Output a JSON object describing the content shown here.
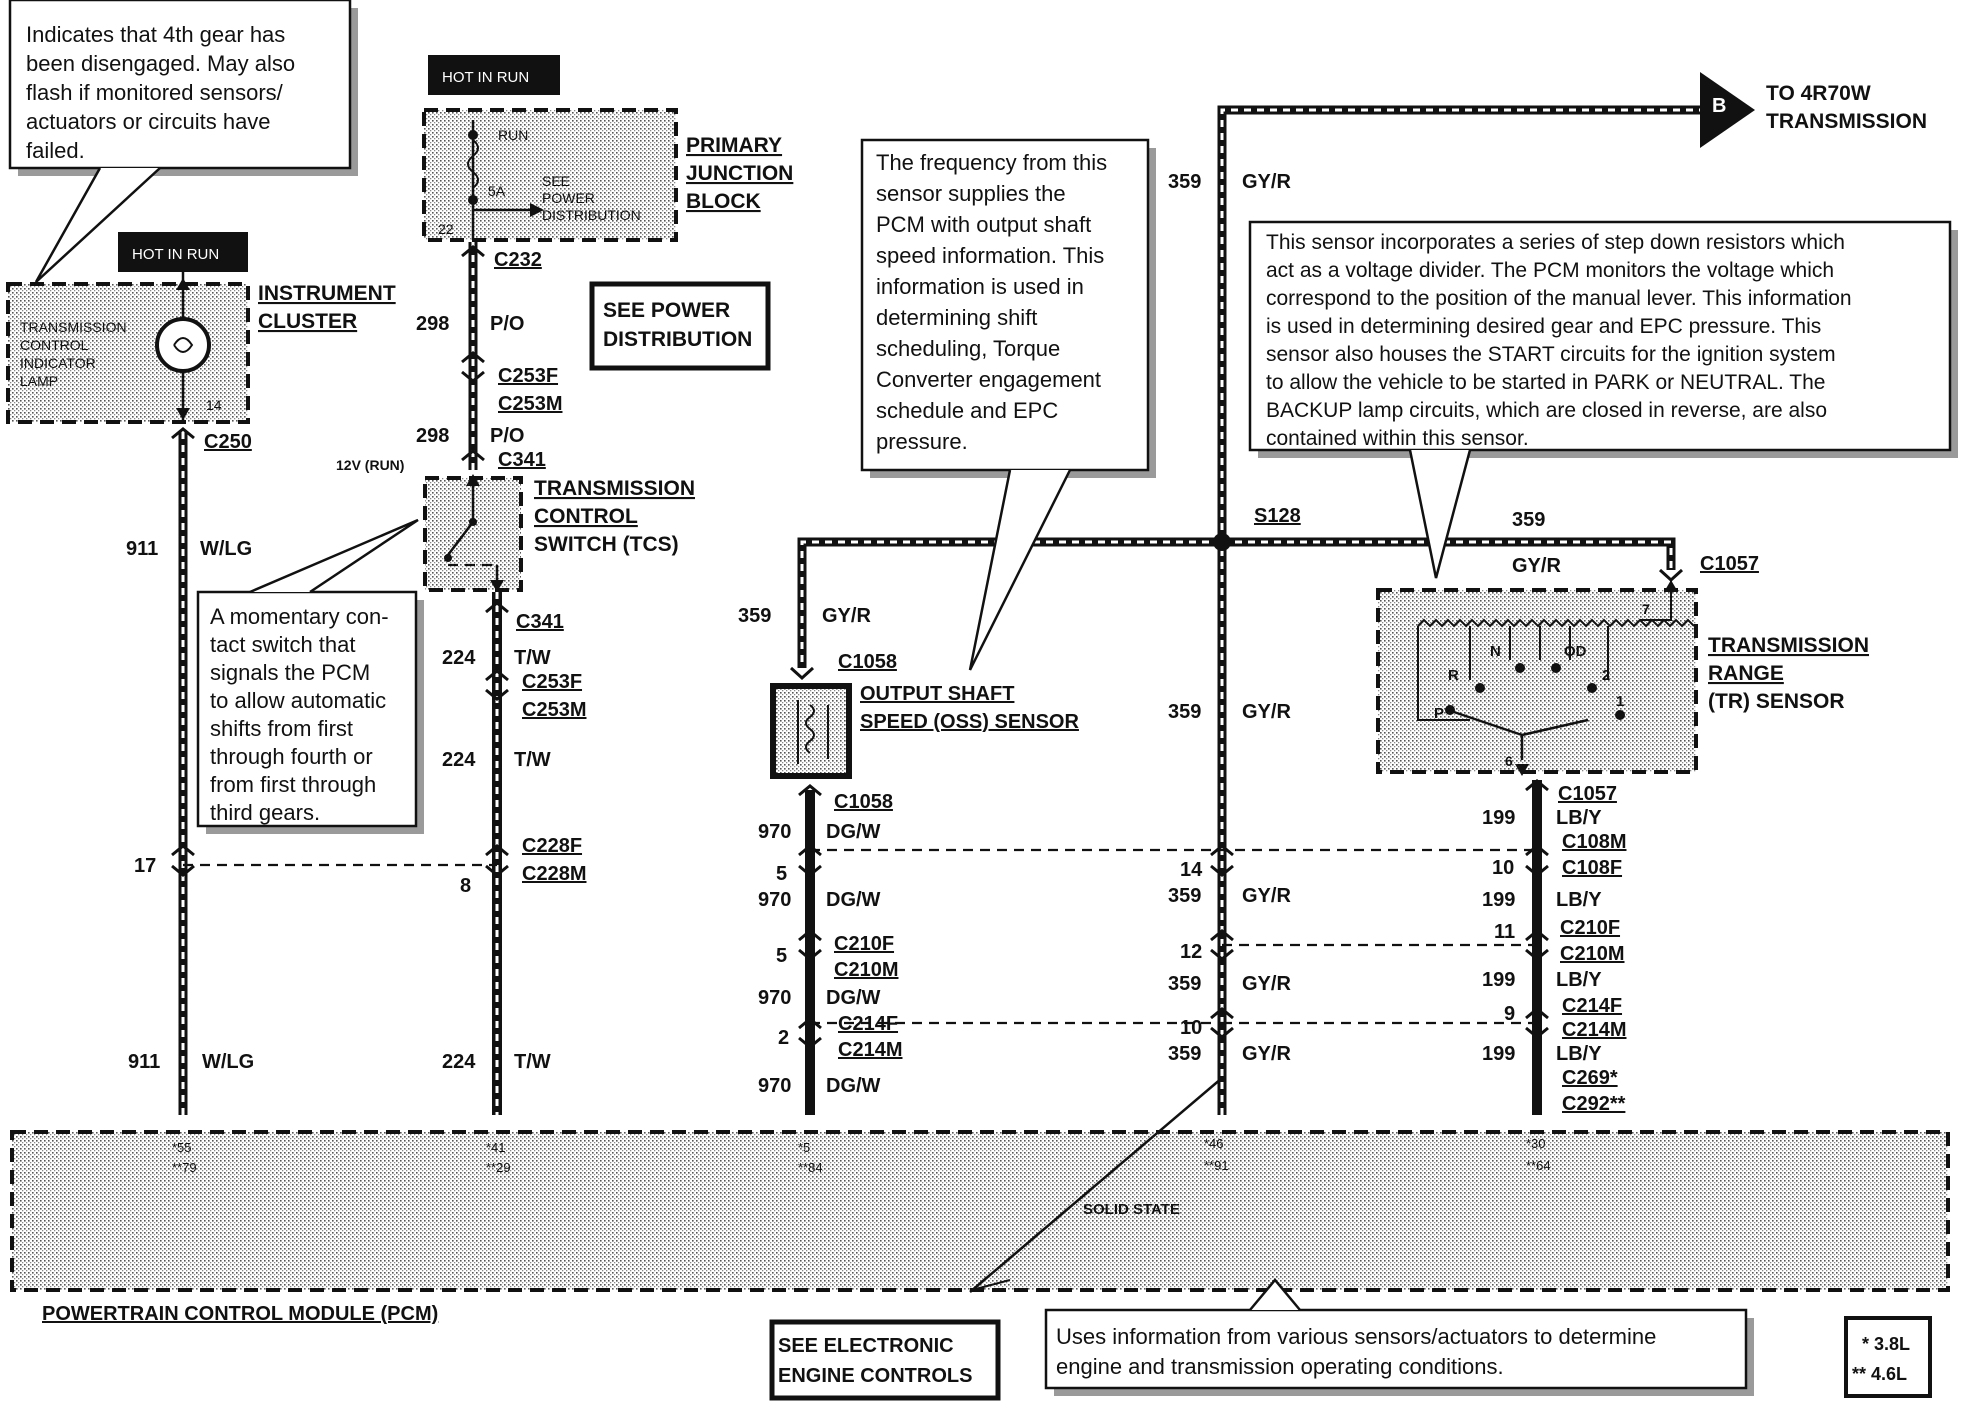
{
  "callouts": {
    "fourth_gear": [
      "Indicates that 4th gear has",
      "been disengaged. May also",
      "flash if monitored sensors/",
      "actuators or circuits have",
      "failed."
    ],
    "oss_info": [
      "The frequency from this",
      "sensor supplies the",
      "PCM with output shaft",
      "speed information. This",
      "information is used in",
      "determining shift",
      "scheduling, Torque",
      "Converter engagement",
      "schedule and EPC",
      "pressure."
    ],
    "tr_info": [
      "This sensor incorporates a series of step down resistors which",
      "act as a voltage divider.  The PCM monitors the voltage which",
      "correspond to the position of the manual lever. This information",
      "is used in determining desired gear and EPC pressure.  This",
      "sensor also houses the START circuits for the ignition system",
      "to allow the vehicle to be started in PARK or NEUTRAL.  The",
      "BACKUP lamp circuits, which are closed in reverse, are also",
      "contained within this sensor."
    ],
    "tcs_info": [
      "A momentary con-",
      "tact switch that",
      "signals the PCM",
      "to allow automatic",
      "shifts from first",
      "through fourth or",
      "from first through",
      "third gears."
    ],
    "pcm_info": [
      "Uses information from various sensors/actuators to determine",
      "engine and transmission operating conditions."
    ]
  },
  "boxes": {
    "see_power_distribution": [
      "SEE POWER",
      "DISTRIBUTION"
    ],
    "see_electronic_engine_controls": [
      "SEE ELECTRONIC",
      "ENGINE CONTROLS"
    ],
    "legend": [
      "*  3.8L",
      "**  4.6L"
    ]
  },
  "badges": {
    "hot_in_run": "HOT IN RUN",
    "to_trans_marker": "B"
  },
  "labels": {
    "to_4r70w": [
      "TO 4R70W",
      "TRANSMISSION"
    ],
    "primary_junction_block": [
      "PRIMARY",
      "JUNCTION",
      "BLOCK"
    ],
    "pjb_run": "RUN",
    "pjb_fuse": "5A",
    "pjb_see": [
      "SEE",
      "POWER",
      "DISTRIBUTION"
    ],
    "pjb_pin": "22",
    "instrument_cluster": [
      "INSTRUMENT",
      "CLUSTER"
    ],
    "tcil": [
      "TRANSMISSION",
      "CONTROL",
      "INDICATOR",
      "LAMP"
    ],
    "ic_pin": "14",
    "tcs": [
      "TRANSMISSION",
      "CONTROL",
      "SWITCH (TCS)"
    ],
    "tcs_voltage": "12V (RUN)",
    "oss": [
      "OUTPUT SHAFT",
      "SPEED (OSS) SENSOR"
    ],
    "tr": [
      "TRANSMISSION",
      "RANGE",
      "(TR) SENSOR"
    ],
    "tr_positions": {
      "P": "P",
      "R": "R",
      "N": "N",
      "OD": "OD",
      "two": "2",
      "one": "1",
      "pin7": "7",
      "pin6": "6"
    },
    "pcm": "POWERTRAIN CONTROL MODULE (PCM)",
    "solid_state": "SOLID STATE",
    "splice": "S128"
  },
  "connectors": {
    "c232": "C232",
    "c253f": "C253F",
    "c253m": "C253M",
    "c341": "C341",
    "c228f": "C228F",
    "c228m": "C228M",
    "c250": "C250",
    "c1058": "C1058",
    "c210f": "C210F",
    "c210m": "C210M",
    "c214f": "C214F",
    "c214m": "C214M",
    "c1057": "C1057",
    "c108m": "C108M",
    "c108f": "C108F",
    "c269": "C269*",
    "c292": "C292**"
  },
  "circuits": {
    "w911": {
      "num": "911",
      "color": "W/LG"
    },
    "w298": {
      "num": "298",
      "color": "P/O"
    },
    "w224": {
      "num": "224",
      "color": "T/W"
    },
    "w970": {
      "num": "970",
      "color": "DG/W"
    },
    "w359": {
      "num": "359",
      "color": "GY/R"
    },
    "w199": {
      "num": "199",
      "color": "LB/Y"
    }
  },
  "pins": {
    "p17": "17",
    "p8": "8",
    "p5": "5",
    "p2": "2",
    "p14": "14",
    "p12": "12",
    "p10": "10",
    "p11": "11",
    "p9": "9"
  },
  "pcm_pins": {
    "c1": [
      "*55",
      "**79"
    ],
    "c2": [
      "*41",
      "**29"
    ],
    "c3": [
      "*5",
      "**84"
    ],
    "c4": [
      "*46",
      "**91"
    ],
    "c5": [
      "*30",
      "**64"
    ]
  }
}
